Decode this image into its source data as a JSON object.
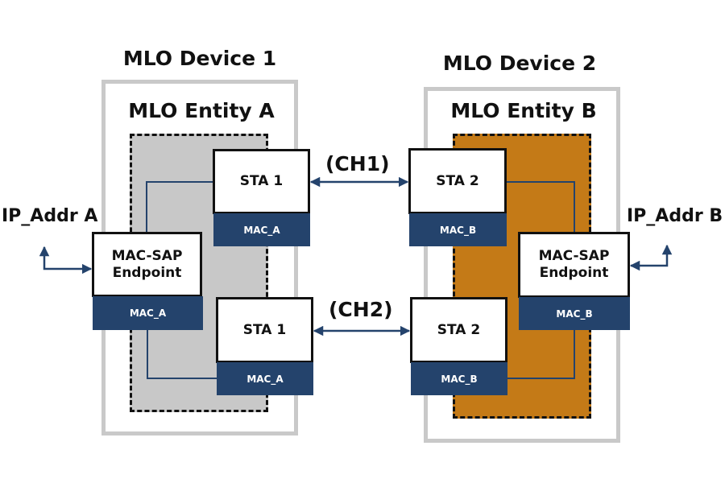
{
  "colors": {
    "link_blue": "#24436c",
    "entity_a_fill": "#c8c8c8",
    "entity_b_fill": "#c47a17",
    "device_border": "#c9c9c9"
  },
  "device1": {
    "title": "MLO Device 1",
    "entity": {
      "title": "MLO Entity A",
      "sta_top": {
        "label": "STA 1",
        "mac": "MAC_A"
      },
      "sta_bottom": {
        "label": "STA 1",
        "mac": "MAC_A"
      },
      "mac_sap": {
        "label_line1": "MAC-SAP",
        "label_line2": "Endpoint",
        "mac": "MAC_A"
      }
    },
    "ip_label": "IP_Addr A"
  },
  "device2": {
    "title": "MLO Device 2",
    "entity": {
      "title": "MLO Entity B",
      "sta_top": {
        "label": "STA 2",
        "mac": "MAC_B"
      },
      "sta_bottom": {
        "label": "STA 2",
        "mac": "MAC_B"
      },
      "mac_sap": {
        "label_line1": "MAC-SAP",
        "label_line2": "Endpoint",
        "mac": "MAC_B"
      }
    },
    "ip_label": "IP_Addr B"
  },
  "links": [
    {
      "label": "(CH1)"
    },
    {
      "label": "(CH2)"
    }
  ]
}
